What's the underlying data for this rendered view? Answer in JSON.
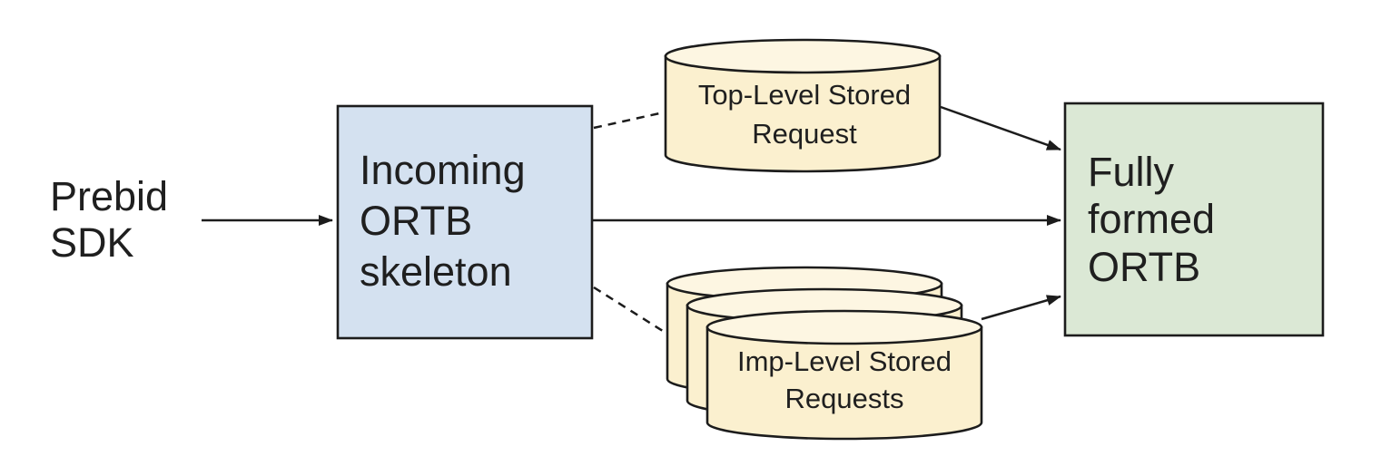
{
  "diagram": {
    "colors": {
      "background": "#ffffff",
      "stroke": "#1c1c1c",
      "node_blue": "#d4e1f0",
      "node_green": "#dbe8d5",
      "cylinder_body": "#fbf0cf",
      "cylinder_top": "#fdf6e2"
    },
    "nodes": {
      "prebid_sdk": {
        "lines": [
          "Prebid",
          "SDK"
        ]
      },
      "incoming_ortb_skeleton": {
        "lines": [
          "Incoming",
          "ORTB",
          "skeleton"
        ]
      },
      "fully_formed_ortb": {
        "lines": [
          "Fully",
          "formed",
          "ORTB"
        ]
      },
      "top_level_stored_request": {
        "lines": [
          "Top-Level Stored",
          "Request"
        ]
      },
      "imp_level_stored_requests": {
        "lines": [
          "Imp-Level Stored",
          "Requests"
        ]
      }
    },
    "edges": [
      {
        "id": "prebid-to-incoming",
        "from": "prebid_sdk",
        "to": "incoming_ortb_skeleton",
        "style": "solid",
        "arrow": true
      },
      {
        "id": "incoming-to-top-stored",
        "from": "incoming_ortb_skeleton",
        "to": "top_level_stored_request",
        "style": "dashed",
        "arrow": false
      },
      {
        "id": "incoming-to-imp-stored",
        "from": "incoming_ortb_skeleton",
        "to": "imp_level_stored_requests",
        "style": "dashed",
        "arrow": false
      },
      {
        "id": "incoming-to-fully-formed",
        "from": "incoming_ortb_skeleton",
        "to": "fully_formed_ortb",
        "style": "solid",
        "arrow": true
      },
      {
        "id": "top-stored-to-fully-formed",
        "from": "top_level_stored_request",
        "to": "fully_formed_ortb",
        "style": "solid",
        "arrow": true
      },
      {
        "id": "imp-stored-to-fully-formed",
        "from": "imp_level_stored_requests",
        "to": "fully_formed_ortb",
        "style": "solid",
        "arrow": true
      }
    ]
  }
}
